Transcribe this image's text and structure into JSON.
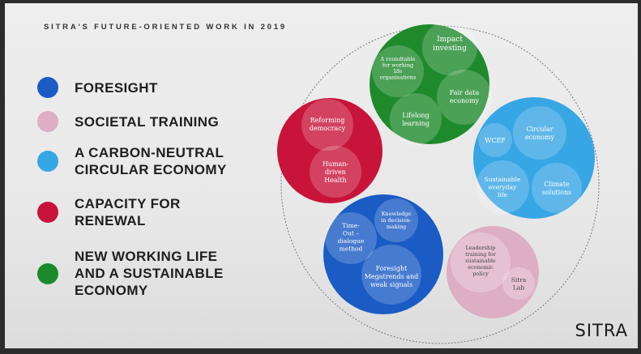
{
  "title": "SITRA'S FUTURE-ORIENTED WORK IN 2019",
  "legend": [
    {
      "label": "FORESIGHT",
      "color": "#1a5bc4"
    },
    {
      "label": "SOCIETAL TRAINING",
      "color": "#ddaec4"
    },
    {
      "label": "A CARBON-NEUTRAL\nCIRCULAR ECONOMY",
      "color": "#37a6e4"
    },
    {
      "label": "CAPACITY FOR\nRENEWAL",
      "color": "#c8143a"
    },
    {
      "label": "NEW WORKING LIFE\nAND A SUSTAINABLE\nECONOMY",
      "color": "#1c8a2c"
    }
  ],
  "bubbles": {
    "working_life": [
      "A roundtable\nfor working\nlife\norganisations",
      "Impact\ninvesting",
      "Fair data\neconomy",
      "Lifelong\nlearning"
    ],
    "renewal": [
      "Reforming\ndemocracy",
      "Human-\ndriven\nHealth"
    ],
    "circular": [
      "WCEF",
      "Circular\neconomy",
      "Sustainable\neveryday\nlife",
      "Climate\nsolutions"
    ],
    "foresight": [
      "Time-\nOut –\ndialogue\nmethod",
      "Knowledge\nin decision-\nmaking",
      "Foresight\nMegatrends and\nweak signals"
    ],
    "societal": [
      "Leadership\ntraining for\nsustainable\neconomic\npolicy",
      "Sitra\nLab"
    ]
  },
  "logo": "SITRA"
}
